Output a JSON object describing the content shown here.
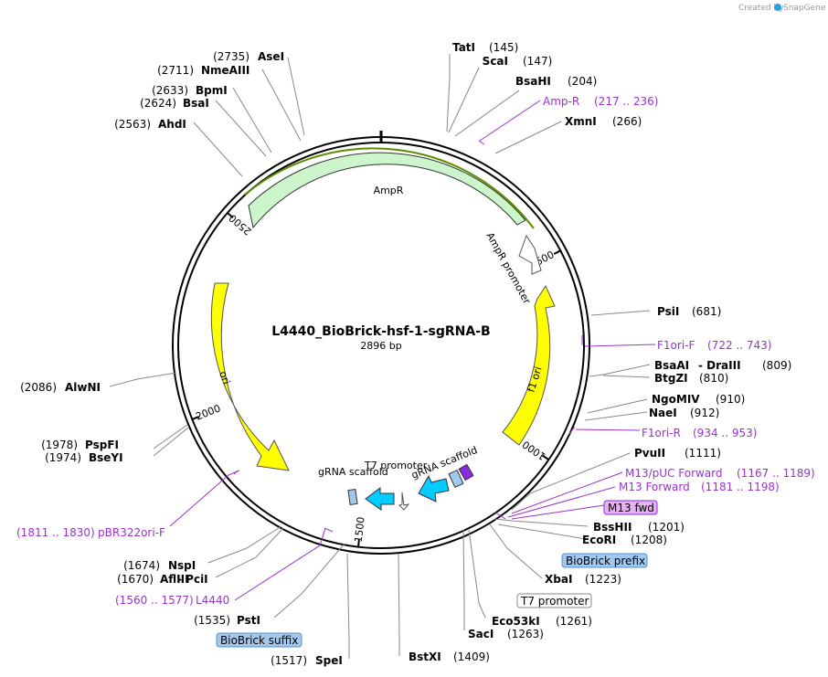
{
  "watermark": {
    "prefix": "Created by",
    "brand": "SnapGene"
  },
  "plasmid": {
    "name": "L4440_BioBrick-hsf-1-sgRNA-B",
    "length": "2896 bp",
    "total": 2896
  },
  "colors": {
    "primer": "#9933cc",
    "ampr": "#ccf5cc",
    "ori": "#ffff00",
    "grna": "#00ccff",
    "label_box": "#a3c8ed",
    "m13_box": "#e6b3f2"
  },
  "ticks": [
    {
      "pos": 500,
      "label": "500"
    },
    {
      "pos": 1000,
      "label": "1000"
    },
    {
      "pos": 1500,
      "label": "1500"
    },
    {
      "pos": 2000,
      "label": "2000"
    },
    {
      "pos": 2500,
      "label": "2500"
    }
  ],
  "features": {
    "ampr": "AmpR",
    "ampr_promoter": "AmpR promoter",
    "f1ori": "f1 ori",
    "ori": "ori",
    "t7promoter": "T7 promoter",
    "grna1": "gRNA scaffold",
    "grna2": "gRNA scaffold"
  },
  "sites": [
    {
      "id": "tati",
      "name": "TatI",
      "pos": "(145)",
      "bp": 145
    },
    {
      "id": "scai",
      "name": "ScaI",
      "pos": "(147)",
      "bp": 147
    },
    {
      "id": "bsahi",
      "name": "BsaHI",
      "pos": "(204)",
      "bp": 204
    },
    {
      "id": "xmni",
      "name": "XmnI",
      "pos": "(266)",
      "bp": 266
    },
    {
      "id": "psii",
      "name": "PsiI",
      "pos": "(681)",
      "bp": 681
    },
    {
      "id": "bsaai",
      "name": "BsaAI",
      "extra": "- DraIII",
      "pos": "(809)",
      "bp": 809
    },
    {
      "id": "btgzi",
      "name": "BtgZI",
      "pos": "(810)",
      "bp": 810
    },
    {
      "id": "ngomiv",
      "name": "NgoMIV",
      "pos": "(910)",
      "bp": 910
    },
    {
      "id": "naei",
      "name": "NaeI",
      "pos": "(912)",
      "bp": 912
    },
    {
      "id": "pvuii",
      "name": "PvuII",
      "pos": "(1111)",
      "bp": 1111
    },
    {
      "id": "bsshii",
      "name": "BssHII",
      "pos": "(1201)",
      "bp": 1201
    },
    {
      "id": "ecori",
      "name": "EcoRI",
      "pos": "(1208)",
      "bp": 1208
    },
    {
      "id": "xbai",
      "name": "XbaI",
      "pos": "(1223)",
      "bp": 1223
    },
    {
      "id": "eco53ki",
      "name": "Eco53kI",
      "pos": "(1261)",
      "bp": 1261
    },
    {
      "id": "saci",
      "name": "SacI",
      "pos": "(1263)",
      "bp": 1263
    },
    {
      "id": "bstxi",
      "name": "BstXI",
      "pos": "(1409)",
      "bp": 1409
    },
    {
      "id": "spei",
      "name": "SpeI",
      "pos": "(1517)",
      "bp": 1517
    },
    {
      "id": "psti",
      "name": "PstI",
      "pos": "(1535)",
      "bp": 1535
    },
    {
      "id": "nspi",
      "name": "NspI",
      "pos": "(1674)",
      "bp": 1674
    },
    {
      "id": "aflIII",
      "name": "AflIII",
      "extra": "- PciI",
      "pos": "(1670)",
      "bp": 1670
    },
    {
      "id": "bseyi",
      "name": "BseYI",
      "pos": "(1974)",
      "bp": 1974
    },
    {
      "id": "pspfi",
      "name": "PspFI",
      "pos": "(1978)",
      "bp": 1978
    },
    {
      "id": "alwni",
      "name": "AlwNI",
      "pos": "(2086)",
      "bp": 2086
    },
    {
      "id": "ahdi",
      "name": "AhdI",
      "pos": "(2563)",
      "bp": 2563
    },
    {
      "id": "bsai",
      "name": "BsaI",
      "pos": "(2624)",
      "bp": 2624
    },
    {
      "id": "bpmi",
      "name": "BpmI",
      "pos": "(2633)",
      "bp": 2633
    },
    {
      "id": "nmeaiii",
      "name": "NmeAIII",
      "pos": "(2711)",
      "bp": 2711
    },
    {
      "id": "asei",
      "name": "AseI",
      "pos": "(2735)",
      "bp": 2735
    }
  ],
  "primers": [
    {
      "id": "ampr",
      "name": "Amp-R",
      "range": "(217 .. 236)"
    },
    {
      "id": "f1orif",
      "name": "F1ori-F",
      "range": "(722 .. 743)"
    },
    {
      "id": "f1orir",
      "name": "F1ori-R",
      "range": "(934 .. 953)"
    },
    {
      "id": "m13puc",
      "name": "M13/pUC Forward",
      "range": "(1167 .. 1189)"
    },
    {
      "id": "m13f",
      "name": "M13 Forward",
      "range": "(1181 .. 1198)"
    },
    {
      "id": "l4440",
      "name": "L4440",
      "range": "(1560 .. 1577)"
    },
    {
      "id": "pbr322",
      "name": "pBR322ori-F",
      "range": "(1811 .. 1830)"
    }
  ],
  "boxed_labels": {
    "m13fwd": "M13 fwd",
    "biobrick_prefix": "BioBrick prefix",
    "t7promoter": "T7 promoter",
    "biobrick_suffix": "BioBrick suffix"
  }
}
